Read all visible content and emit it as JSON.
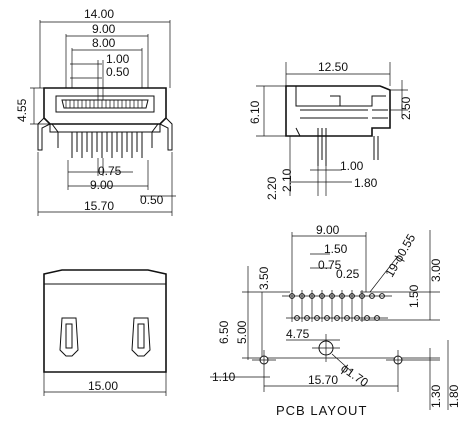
{
  "front_view": {
    "dims": {
      "overall_width_top": "14.00",
      "inner_width_9": "9.00",
      "inner_width_8": "8.00",
      "pitch_1": "1.00",
      "pin_width": "0.50",
      "height": "4.55",
      "pin_spacing": "0.75",
      "pin_span": "9.00",
      "leg_offset": "0.50",
      "overall_width_bottom": "15.70"
    }
  },
  "side_view": {
    "dims": {
      "length": "12.50",
      "height": "6.10",
      "front_height": "2.50",
      "pin_offset_1": "1.00",
      "pin_offset_2": "1.80",
      "leg_len_1": "2.20",
      "leg_len_2": "2.10"
    }
  },
  "top_view": {
    "dims": {
      "width": "15.00"
    }
  },
  "pcb_layout": {
    "title": "PCB LAYOUT",
    "dims": {
      "span": "9.00",
      "pitch_150": "1.50",
      "pitch_075": "0.75",
      "pad_025": "0.25",
      "holes": "19-ϕ0.55",
      "v_300": "3.00",
      "v_150": "1.50",
      "v_350": "3.50",
      "v_650": "6.50",
      "v_500": "5.00",
      "h_475": "4.75",
      "big_hole": "ϕ1.70",
      "h_110": "1.10",
      "h_1570": "15.70",
      "v_130": "1.30",
      "v_180": "1.80"
    }
  }
}
